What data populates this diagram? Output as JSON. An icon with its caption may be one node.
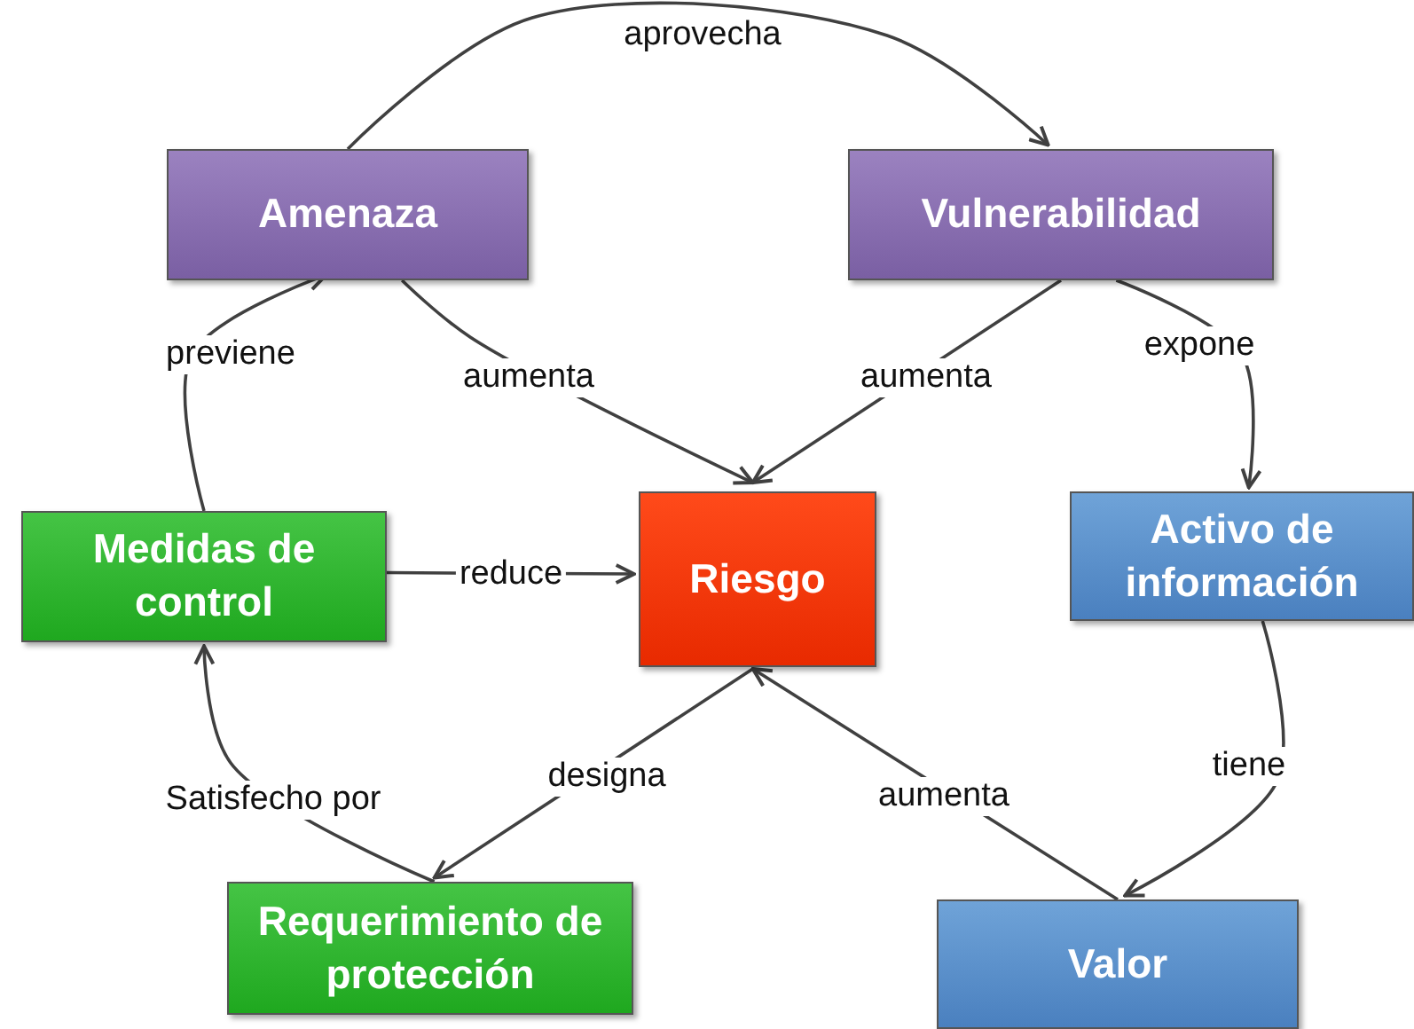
{
  "diagram": {
    "nodes": [
      {
        "text": [
          "Amenaza"
        ]
      },
      {
        "text": [
          "Vulnerabilidad"
        ]
      },
      {
        "text": [
          "Medidas de control"
        ]
      },
      {
        "text": [
          "Riesgo"
        ]
      },
      {
        "text": [
          "Activo de información"
        ]
      },
      {
        "text": [
          "Requerimiento de protección"
        ]
      },
      {
        "text": [
          "Valor"
        ]
      }
    ],
    "edges": [
      {
        "from": 0,
        "to": 1,
        "arrow": "to",
        "label": "aprovecha"
      },
      {
        "from": 0,
        "to": 3,
        "arrow": "to",
        "label": "aumenta"
      },
      {
        "from": 1,
        "to": 3,
        "arrow": "to",
        "label": "aumenta"
      },
      {
        "from": 1,
        "to": 4,
        "arrow": "to",
        "label": "expone"
      },
      {
        "from": 2,
        "to": 0,
        "arrow": "to",
        "label": "previene"
      },
      {
        "from": 2,
        "to": 3,
        "arrow": "to",
        "label": "reduce"
      },
      {
        "from": 3,
        "to": 5,
        "arrow": "to",
        "label": "designa"
      },
      {
        "from": 5,
        "to": 2,
        "arrow": "to",
        "label": "Satisfecho por"
      },
      {
        "from": 6,
        "to": 3,
        "arrow": "to",
        "label": "aumenta"
      },
      {
        "from": 4,
        "to": 6,
        "arrow": "to",
        "label": "tiene"
      }
    ]
  }
}
